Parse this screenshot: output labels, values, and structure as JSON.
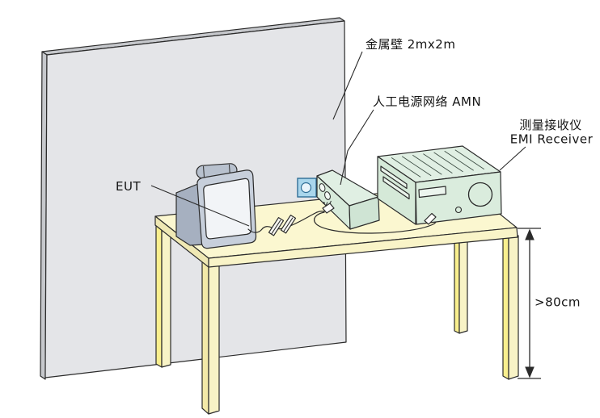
{
  "diagram": {
    "kind": "EMI conducted emission test setup",
    "labels": {
      "metal_wall": "金属壁 2mx2m",
      "amn": "人工电源网络 AMN",
      "receiver_line1": "测量接收仪",
      "receiver_line2": "EMI Receiver",
      "eut": "EUT",
      "table_height": ">80cm"
    },
    "colors": {
      "background": "#FFFFFF",
      "wall_face": "#E4E5E8",
      "wall_edge": "#C6C8CC",
      "table_top": "#FBF7D0",
      "table_band": "#F9F4C8",
      "table_band_shaded": "#EFE8B4",
      "leg_highlight": "#F9EF8E",
      "equipment_green_top": "#E0EFE3",
      "equipment_green_side": "#D5E9D8",
      "equipment_green_front": "#DAECDD",
      "outlet_blue": "#A9D6EC",
      "outlet_border": "#2F6E96",
      "monitor_bezel": "#C7CFDB",
      "monitor_dark_side": "#A6B0C0",
      "monitor_screen": "#F2F4F7",
      "outline": "#2B2B2B"
    }
  }
}
